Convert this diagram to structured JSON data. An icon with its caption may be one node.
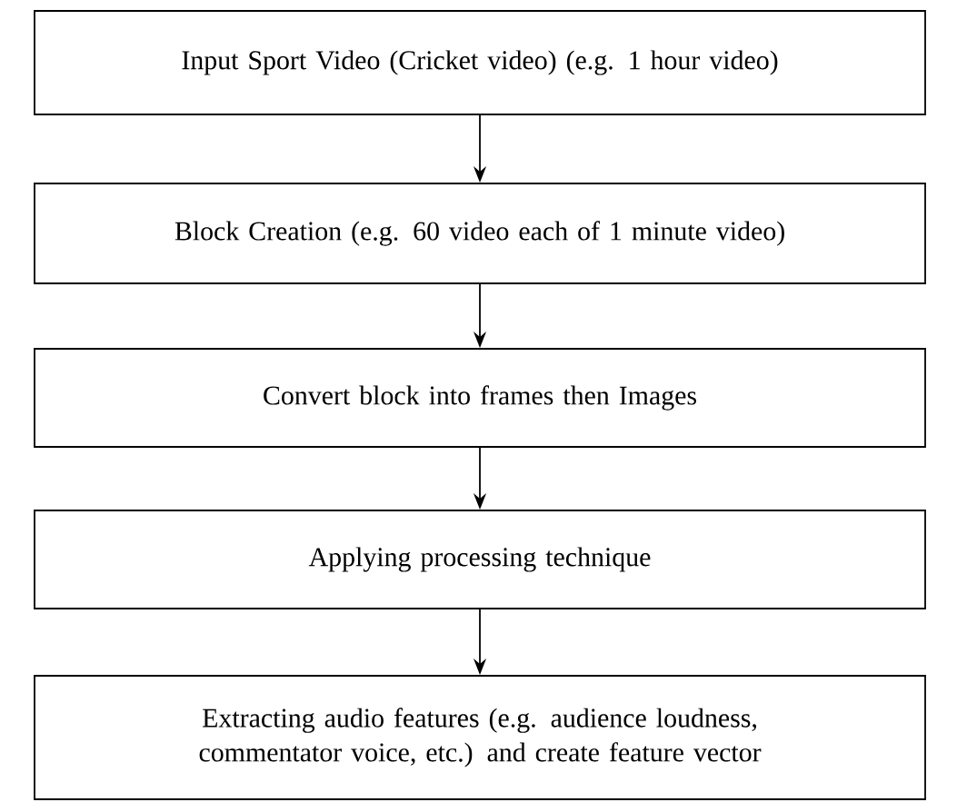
{
  "diagram": {
    "nodes": [
      {
        "text": [
          "Input Sport Video (Cricket video) (e.g. 1 hour video)"
        ]
      },
      {
        "text": [
          "Block Creation (e.g. 60 video each of 1 minute video)"
        ]
      },
      {
        "text": [
          "Convert block into frames then Images"
        ]
      },
      {
        "text": [
          "Applying processing technique"
        ]
      },
      {
        "text": [
          "Extracting audio features (e.g. audience loudness, commentator voice, etc.) and create feature vector"
        ]
      }
    ],
    "edges": [
      {
        "from": 0,
        "to": 1,
        "arrow": "to"
      },
      {
        "from": 1,
        "to": 2,
        "arrow": "to"
      },
      {
        "from": 2,
        "to": 3,
        "arrow": "to"
      },
      {
        "from": 3,
        "to": 4,
        "arrow": "to"
      }
    ]
  }
}
